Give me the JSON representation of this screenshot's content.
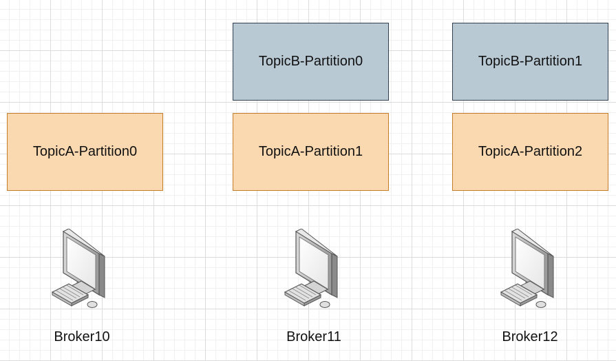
{
  "brokers": [
    {
      "label": "Broker10",
      "partitions": [
        "TopicA-Partition0"
      ]
    },
    {
      "label": "Broker11",
      "partitions": [
        "TopicB-Partition0",
        "TopicA-Partition1"
      ]
    },
    {
      "label": "Broker12",
      "partitions": [
        "TopicB-Partition1",
        "TopicA-Partition2"
      ]
    }
  ],
  "colors": {
    "topic_a_fill": "#fad9b0",
    "topic_a_stroke": "#c27c2a",
    "topic_b_fill": "#b9c9d4",
    "topic_b_stroke": "#2f3f4f"
  },
  "icons": {
    "broker": "desktop-computer-icon"
  }
}
